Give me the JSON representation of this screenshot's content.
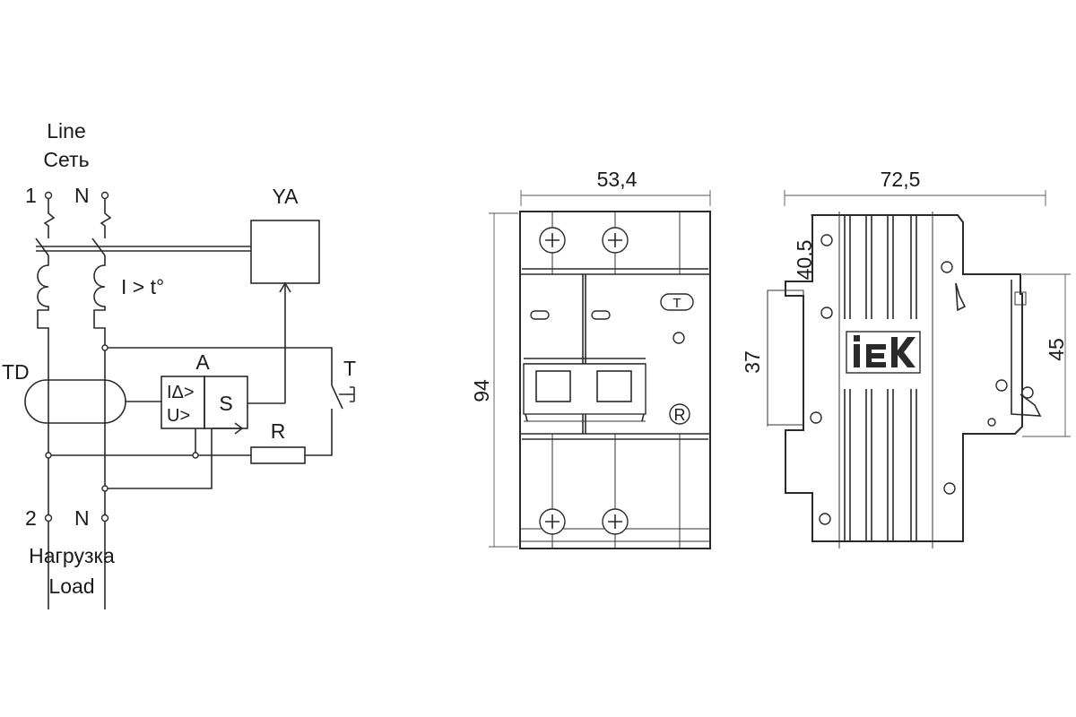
{
  "schematic": {
    "line_label_en": "Line",
    "line_label_ru": "Сеть",
    "load_label_ru": "Нагрузка",
    "load_label_en": "Load",
    "terminal_1": "1",
    "terminal_n_top": "N",
    "terminal_2": "2",
    "terminal_n_bottom": "N",
    "ya_label": "YA",
    "overcurrent_label": "I > t°",
    "td_label": "TD",
    "a_label": "A",
    "s_label": "S",
    "i_delta_label": "IΔ>",
    "u_label": "U>",
    "t_label": "T",
    "r_label": "R"
  },
  "front_view": {
    "width_dim": "53,4",
    "height_dim": "94",
    "reset_mark": "R",
    "test_mark": "T"
  },
  "side_view": {
    "width_dim": "72,5",
    "depth_dim": "40,5",
    "rail_dim": "37",
    "height_dim": "45",
    "brand_logo": "IEK"
  }
}
